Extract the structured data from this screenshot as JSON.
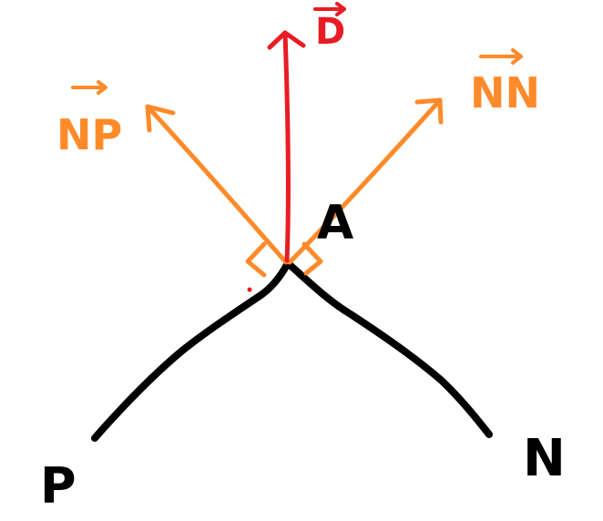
{
  "diagram": {
    "labels": {
      "vector_d": "D",
      "vector_np": "NP",
      "vector_nn": "NN",
      "point_a": "A",
      "point_p": "P",
      "point_n": "N"
    },
    "colors": {
      "background": "#ffffff",
      "black_lines": "#000000",
      "orange_vectors": "#ff8a2a",
      "red_vector": "#e81c24"
    }
  }
}
